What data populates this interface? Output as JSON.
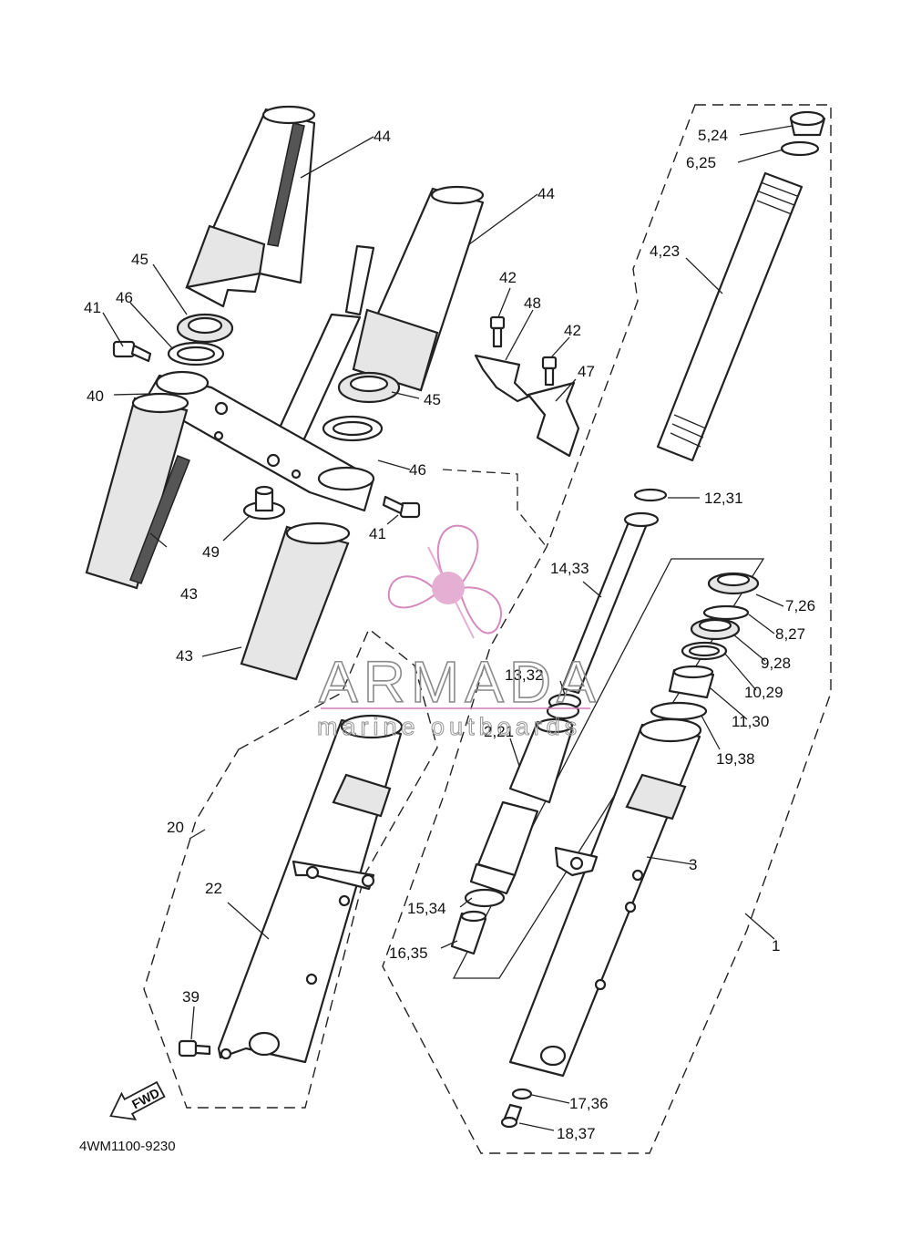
{
  "diagram": {
    "catalog_code": "4WM1100-9230",
    "fwd_label": "FWD",
    "labels": {
      "44a": "44",
      "44b": "44",
      "45a": "45",
      "45b": "45",
      "46a": "46",
      "46b": "46",
      "41a": "41",
      "41b": "41",
      "40": "40",
      "43a": "43",
      "43b": "43",
      "49": "49",
      "42a": "42",
      "42b": "42",
      "48": "48",
      "47": "47",
      "5_24": "5,24",
      "6_25": "6,25",
      "4_23": "4,23",
      "12_31": "12,31",
      "14_33": "14,33",
      "7_26": "7,26",
      "8_27": "8,27",
      "9_28": "9,28",
      "10_29": "10,29",
      "11_30": "11,30",
      "13_32": "13,32",
      "2_21": "2,21",
      "19_38": "19,38",
      "20": "20",
      "22": "22",
      "3": "3",
      "1": "1",
      "15_34": "15,34",
      "16_35": "16,35",
      "39": "39",
      "17_36": "17,36",
      "18_37": "18,37"
    }
  },
  "watermark": {
    "brand": "ARMADA",
    "tagline": "marine outboards",
    "colors": {
      "logo": "#e3a6cf",
      "logo_line": "#d27db6",
      "text": "#8a8a8a"
    }
  }
}
